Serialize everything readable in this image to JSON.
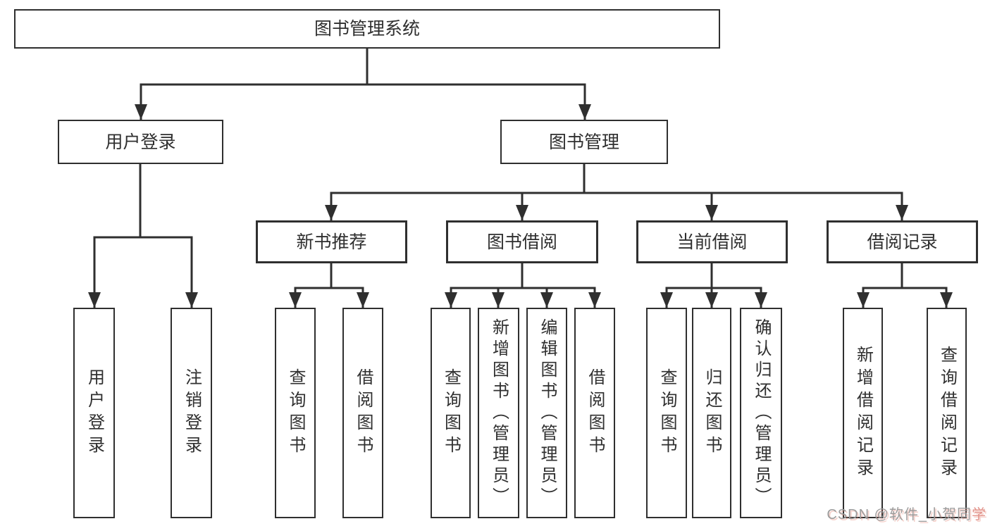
{
  "diagram": {
    "type": "tree",
    "root": {
      "label": "图书管理系统",
      "children": [
        {
          "label": "用户登录",
          "children": [
            {
              "label": "用户登录"
            },
            {
              "label": "注销登录"
            }
          ]
        },
        {
          "label": "图书管理",
          "children": [
            {
              "label": "新书推荐",
              "children": [
                {
                  "label": "查询图书"
                },
                {
                  "label": "借阅图书"
                }
              ]
            },
            {
              "label": "图书借阅",
              "children": [
                {
                  "label": "查询图书"
                },
                {
                  "label": "新增图书（管理员）"
                },
                {
                  "label": "编辑图书（管理员）"
                },
                {
                  "label": "借阅图书"
                }
              ]
            },
            {
              "label": "当前借阅",
              "children": [
                {
                  "label": "查询图书"
                },
                {
                  "label": "归还图书"
                },
                {
                  "label": "确认归还（管理员）"
                }
              ]
            },
            {
              "label": "借阅记录",
              "children": [
                {
                  "label": "新增借阅记录"
                },
                {
                  "label": "查询借阅记录"
                }
              ]
            }
          ]
        }
      ]
    }
  },
  "watermark": {
    "prefix": "CSDN @软件_小贺同",
    "suffix": "学"
  },
  "colors": {
    "line": "#2f2f2f",
    "box_border": "#2f2f2f",
    "text": "#2f2f2f",
    "background": "#ffffff",
    "watermark_gray": "#9c9c9c",
    "watermark_red": "#e2948c"
  }
}
